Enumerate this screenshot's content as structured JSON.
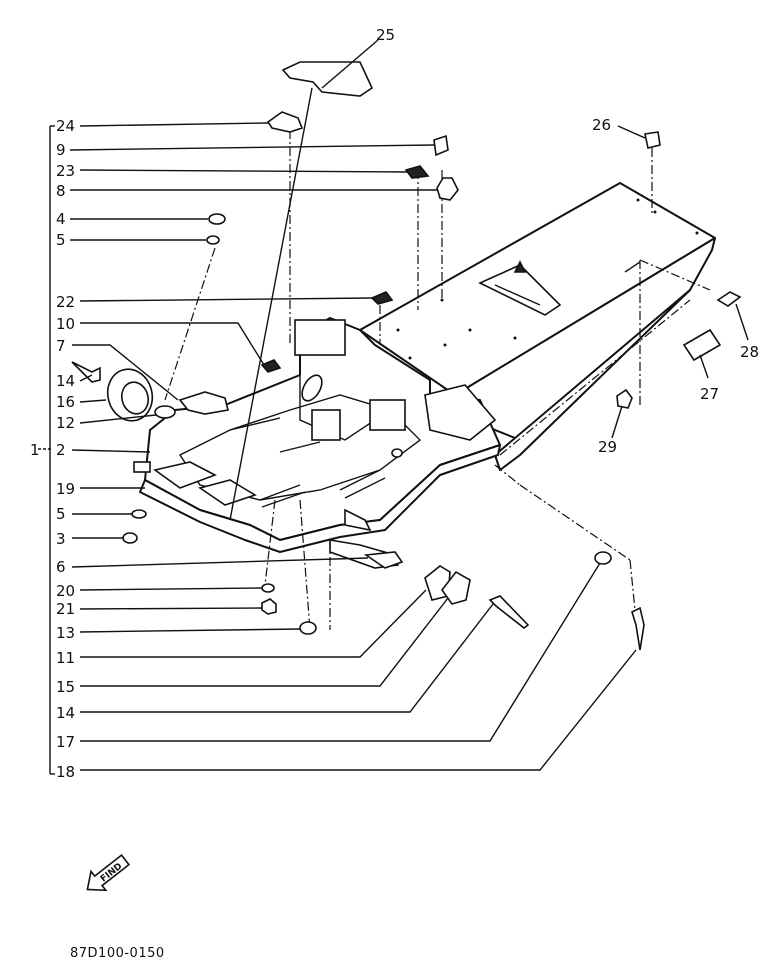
{
  "callouts": {
    "c1": "1",
    "c2": "2",
    "c3": "3",
    "c4": "4",
    "c5a": "5",
    "c5b": "5",
    "c6": "6",
    "c7": "7",
    "c8": "8",
    "c9": "9",
    "c10": "10",
    "c11": "11",
    "c12": "12",
    "c13": "13",
    "c14a": "14",
    "c14b": "14",
    "c15": "15",
    "c16": "16",
    "c17": "17",
    "c18": "18",
    "c19": "19",
    "c20": "20",
    "c21": "21",
    "c22": "22",
    "c23": "23",
    "c24": "24",
    "c25": "25",
    "c26": "26",
    "c27": "27",
    "c28": "28",
    "c29": "29"
  },
  "find_badge": "FIND",
  "diagram_code": "87D100-0150"
}
